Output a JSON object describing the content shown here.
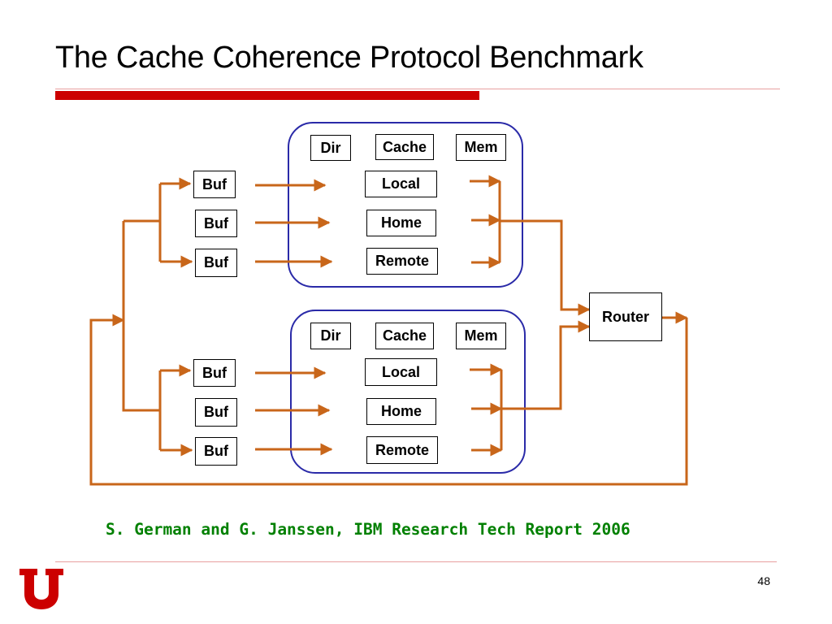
{
  "slide": {
    "title": "The Cache Coherence Protocol Benchmark",
    "citation": "S. German and G. Janssen, IBM Research Tech Report 2006",
    "page_number": "48",
    "logo": "university-of-utah-block-u-logo"
  },
  "diagram": {
    "node_top": {
      "dir": "Dir",
      "cache": "Cache",
      "mem": "Mem",
      "local": "Local",
      "home": "Home",
      "remote": "Remote"
    },
    "node_bottom": {
      "dir": "Dir",
      "cache": "Cache",
      "mem": "Mem",
      "local": "Local",
      "home": "Home",
      "remote": "Remote"
    },
    "buffers": [
      "Buf",
      "Buf",
      "Buf",
      "Buf",
      "Buf",
      "Buf"
    ],
    "router": "Router"
  },
  "colors": {
    "accent_red": "#cc0000",
    "arrow_orange": "#c8661a",
    "node_outline_blue": "#2a2aa8",
    "citation_green": "#008000"
  }
}
